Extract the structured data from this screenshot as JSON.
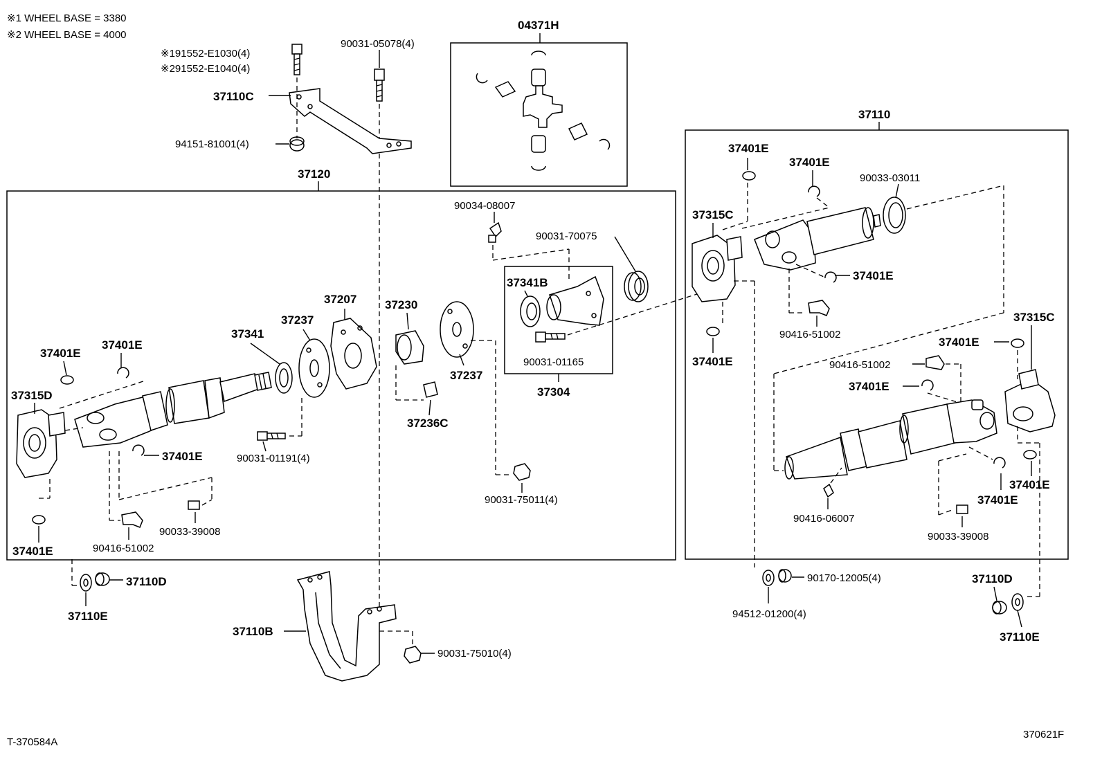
{
  "notes": {
    "wb1": "※1 WHEEL BASE = 3380",
    "wb2": "※2 WHEEL BASE = 4000",
    "bolt1": "※191552-E1030(4)",
    "bolt2": "※291552-E1040(4)"
  },
  "footer": {
    "left_code": "T-370584A",
    "right_code": "370621F"
  },
  "groups": {
    "g37120": "37120",
    "g37110": "37110",
    "g04371h": "04371H",
    "g37304": "37304"
  },
  "labels": {
    "p37110C": "37110C",
    "p94151": "94151-81001(4)",
    "p90031_05078": "90031-05078(4)",
    "p90034": "90034-08007",
    "p90031_70075": "90031-70075",
    "p37341B": "37341B",
    "p90031_01165": "90031-01165",
    "p37207": "37207",
    "p37230": "37230",
    "p37237a": "37237",
    "p37237b": "37237",
    "p37341": "37341",
    "p37236C": "37236C",
    "p90031_01191": "90031-01191(4)",
    "p90031_75011": "90031-75011(4)",
    "p37401E_l1": "37401E",
    "p37401E_l2": "37401E",
    "p37401E_l3": "37401E",
    "p37401E_l4": "37401E",
    "p37315D": "37315D",
    "p90033_39008a": "90033-39008",
    "p90416_51002a": "90416-51002",
    "p37110D_a": "37110D",
    "p37110E_a": "37110E",
    "p37110B": "37110B",
    "p90031_75010": "90031-75010(4)",
    "p37401E_r1": "37401E",
    "p37401E_r2": "37401E",
    "p90033_03011": "90033-03011",
    "p37315C_a": "37315C",
    "p37401E_r3": "37401E",
    "p37401E_r4": "37401E",
    "p90416_51002b": "90416-51002",
    "p37315C_b": "37315C",
    "p37401E_r5": "37401E",
    "p90416_51002c": "90416-51002",
    "p37401E_r6": "37401E",
    "p37401E_r7": "37401E",
    "p37401E_r8": "37401E",
    "p90416_06007": "90416-06007",
    "p90033_39008b": "90033-39008",
    "p90170": "90170-12005(4)",
    "p94512": "94512-01200(4)",
    "p37110D_b": "37110D",
    "p37110E_b": "37110E"
  }
}
